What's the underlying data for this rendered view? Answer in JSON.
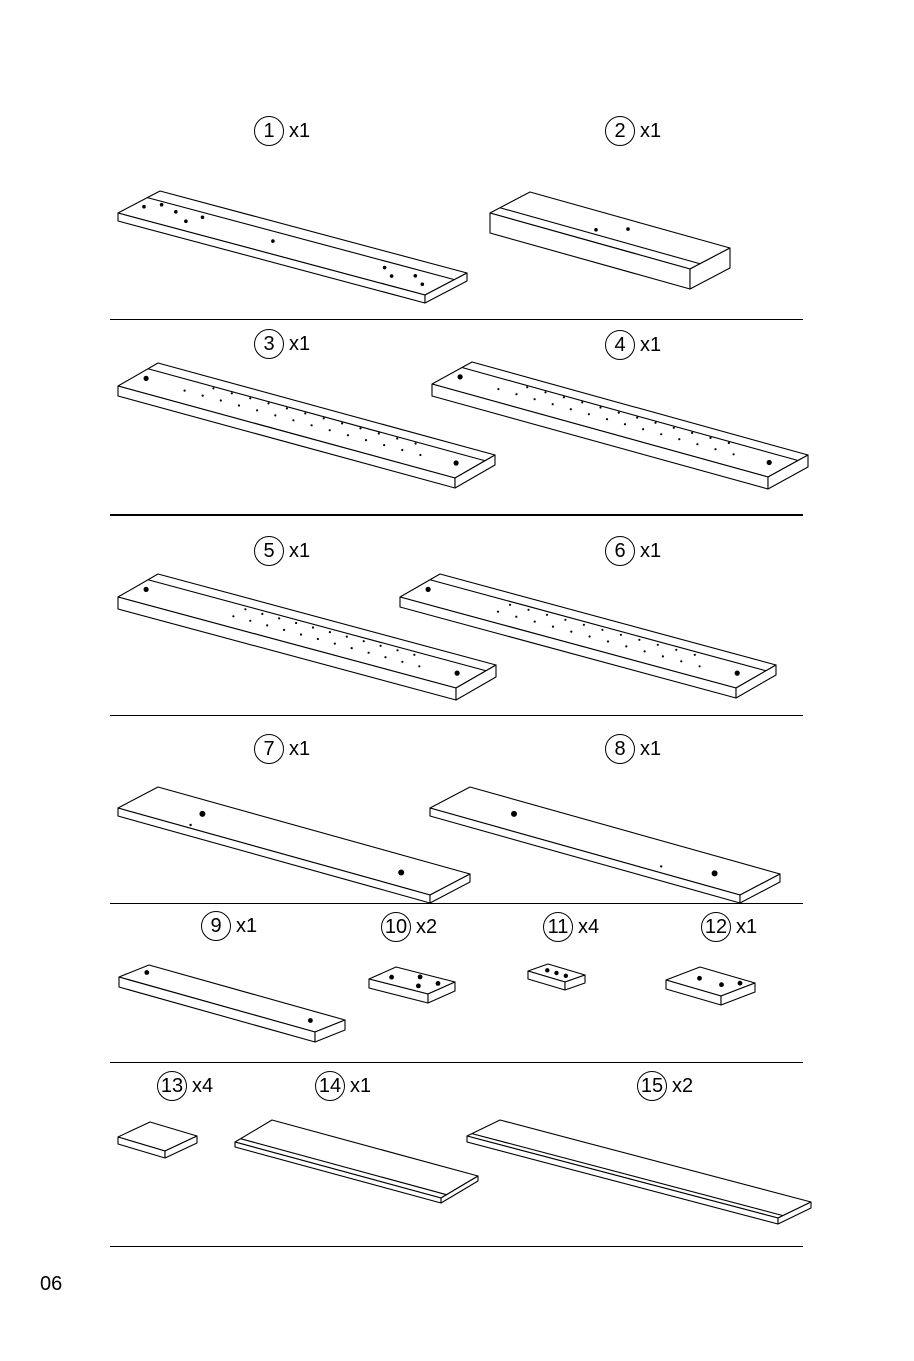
{
  "page_number": "06",
  "parts": [
    {
      "num": "1",
      "qty": "x1"
    },
    {
      "num": "2",
      "qty": "x1"
    },
    {
      "num": "3",
      "qty": "x1"
    },
    {
      "num": "4",
      "qty": "x1"
    },
    {
      "num": "5",
      "qty": "x1"
    },
    {
      "num": "6",
      "qty": "x1"
    },
    {
      "num": "7",
      "qty": "x1"
    },
    {
      "num": "8",
      "qty": "x1"
    },
    {
      "num": "9",
      "qty": "x1"
    },
    {
      "num": "10",
      "qty": "x2"
    },
    {
      "num": "11",
      "qty": "x4"
    },
    {
      "num": "12",
      "qty": "x1"
    },
    {
      "num": "13",
      "qty": "x4"
    },
    {
      "num": "14",
      "qty": "x1"
    },
    {
      "num": "15",
      "qty": "x2"
    }
  ]
}
